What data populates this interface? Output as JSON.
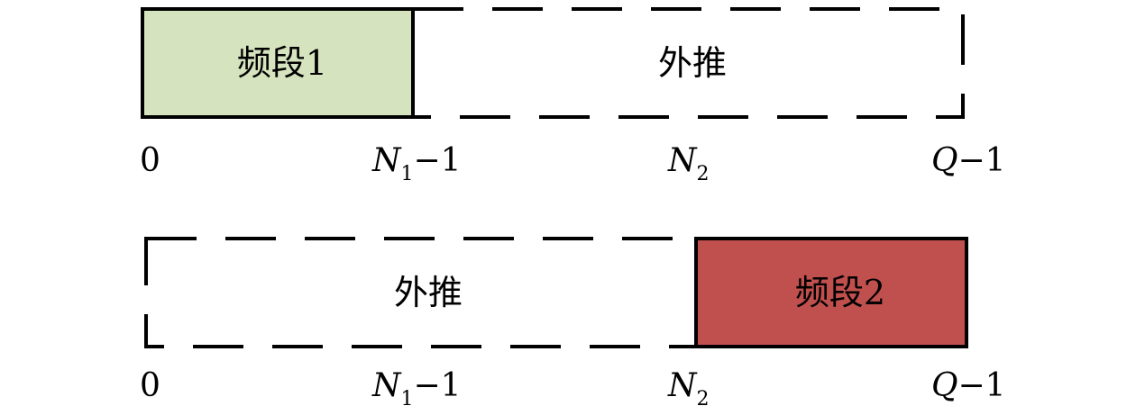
{
  "diagram": {
    "top_row": {
      "solid_label": "频段1",
      "dashed_label": "外推",
      "solid_fill": "#d6e3bf"
    },
    "bottom_row": {
      "dashed_label": "外推",
      "solid_label": "频段2",
      "solid_fill": "#c0504d"
    },
    "axis_labels": {
      "zero": "0",
      "n1_var": "N",
      "n1_sub": "1",
      "n1_tail": "−1",
      "n2_var": "N",
      "n2_sub": "2",
      "q_var": "Q",
      "q_tail": "−1"
    },
    "colors": {
      "stroke": "#000000",
      "band1": "#d6e3bf",
      "band2": "#c0504d"
    }
  }
}
